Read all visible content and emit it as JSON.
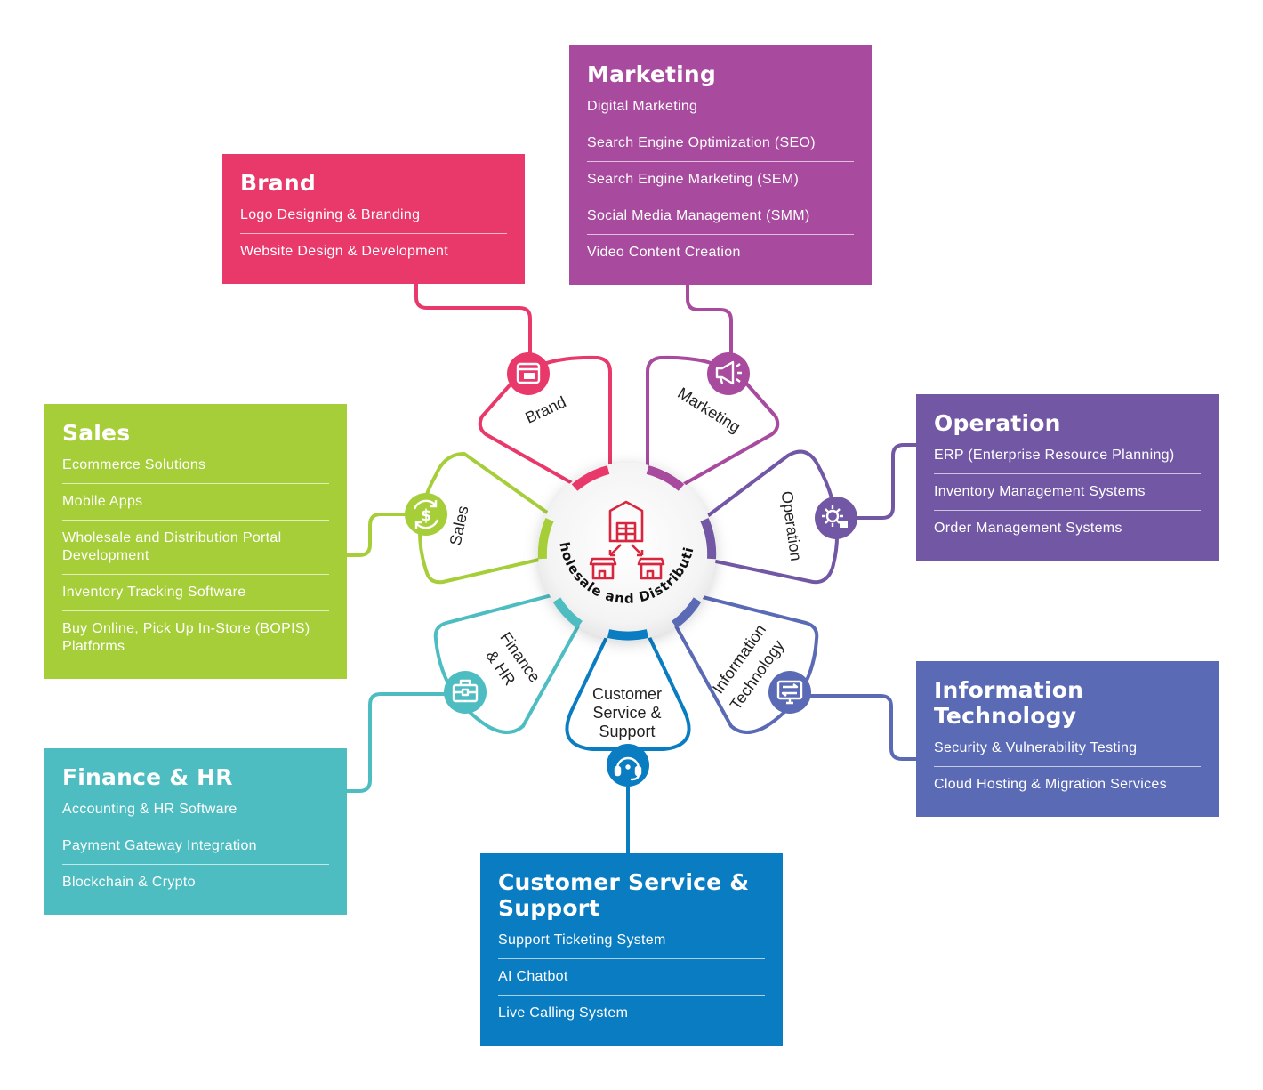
{
  "center": {
    "title": "Wholesale and Distribution"
  },
  "petals": {
    "brand": "Brand",
    "marketing": "Marketing",
    "sales": "Sales",
    "operation": "Operation",
    "finance_line1": "Finance",
    "finance_line2": "& HR",
    "customer_line1": "Customer",
    "customer_line2": "Service &",
    "customer_line3": "Support",
    "it_line1": "Information",
    "it_line2": "Technology"
  },
  "boxes": {
    "brand": {
      "title": "Brand",
      "color": "#E8396A",
      "items": [
        "Logo Designing & Branding",
        "Website Design & Development"
      ]
    },
    "marketing": {
      "title": "Marketing",
      "color": "#A84A9E",
      "items": [
        "Digital Marketing",
        "Search Engine Optimization (SEO)",
        "Search Engine Marketing (SEM)",
        "Social Media Management (SMM)",
        "Video Content Creation"
      ]
    },
    "sales": {
      "title": "Sales",
      "color": "#A6CE39",
      "items": [
        "Ecommerce Solutions",
        "Mobile Apps",
        "Wholesale and Distribution Portal Development",
        "Inventory Tracking Software",
        "Buy Online, Pick Up In-Store (BOPIS) Platforms"
      ]
    },
    "operation": {
      "title": "Operation",
      "color": "#7257A5",
      "items": [
        "ERP (Enterprise Resource Planning)",
        "Inventory Management Systems",
        "Order Management Systems"
      ]
    },
    "finance": {
      "title": "Finance & HR",
      "color": "#4DBDC1",
      "items": [
        "Accounting & HR Software",
        "Payment Gateway Integration",
        "Blockchain & Crypto"
      ]
    },
    "it": {
      "title_line1": "Information",
      "title_line2": "Technology",
      "color": "#5B6AB5",
      "items": [
        "Security & Vulnerability Testing",
        "Cloud Hosting & Migration Services"
      ]
    },
    "customer": {
      "title_line1": "Customer Service &",
      "title_line2": "Support",
      "color": "#0A7DC2",
      "items": [
        "Support Ticketing System",
        "AI Chatbot",
        "Live Calling System"
      ]
    }
  },
  "icons": {
    "center": "warehouse-stores-icon",
    "brand": "browser-window-icon",
    "marketing": "megaphone-icon",
    "sales": "dollar-cycle-icon",
    "operation": "gear-settings-icon",
    "finance": "briefcase-icon",
    "customer": "headset-support-icon",
    "it": "monitor-transfer-icon"
  }
}
